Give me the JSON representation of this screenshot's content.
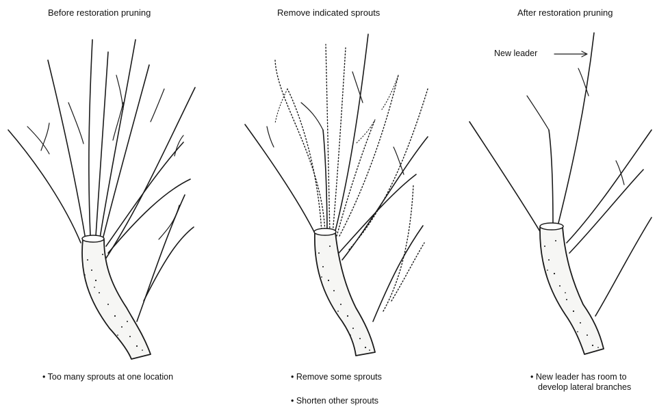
{
  "panels": [
    {
      "title": "Before restoration pruning",
      "notes": [
        "• Too many sprouts at one location"
      ]
    },
    {
      "title": "Remove indicated sprouts",
      "notes": [
        "• Remove some sprouts",
        "• Shorten other sprouts"
      ]
    },
    {
      "title": "After restoration pruning",
      "callout": "New leader",
      "notes": [
        "• New leader has room to",
        "develop lateral branches"
      ]
    }
  ],
  "colors": {
    "ink": "#1a1a1a",
    "bark": "#f6f6f4"
  }
}
